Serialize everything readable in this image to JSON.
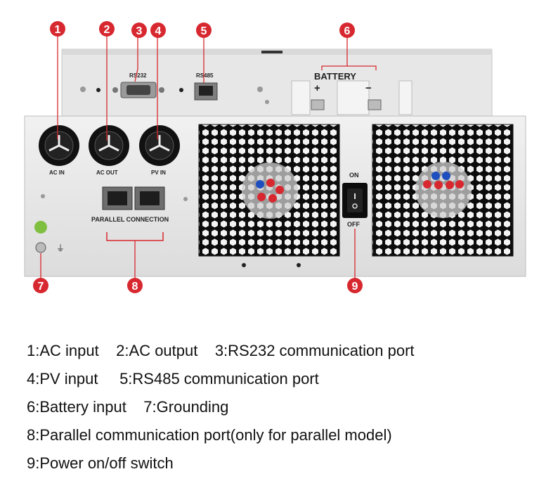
{
  "panel_labels": {
    "ac_in": "AC IN",
    "ac_out": "AC OUT",
    "pv_in": "PV IN",
    "rs232": "RS232",
    "rs485": "RS485",
    "battery": "BATTERY",
    "battery_plus": "+",
    "battery_minus": "−",
    "parallel_connection": "PARALLEL CONNECTION",
    "switch_on": "ON",
    "switch_off": "OFF",
    "ground_symbol": "⏚"
  },
  "callouts": [
    "1",
    "2",
    "3",
    "4",
    "5",
    "6",
    "7",
    "8",
    "9"
  ],
  "callout_color": "#d7282f",
  "legend": [
    "1:AC input    2:AC output    3:RS232 communication port",
    "4:PV input     5:RS485 communication port",
    "6:Battery input    7:Grounding",
    "8:Parallel communication port(only for parallel model)",
    "9:Power on/off switch"
  ]
}
